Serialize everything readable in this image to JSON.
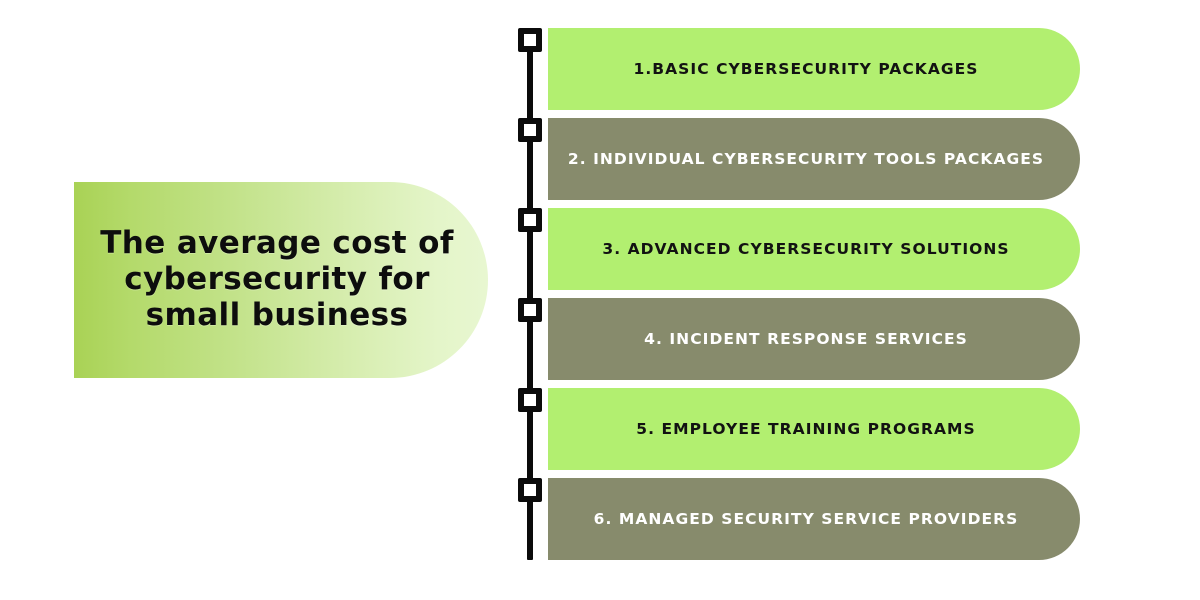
{
  "infographic": {
    "title": "The average cost of\ncybersecurity for\nsmall business",
    "colors": {
      "green": "#b2ef70",
      "olive": "#878b6c",
      "title_gradient_start": "#a9d255",
      "title_gradient_end": "#e8f7d1",
      "timeline": "#0b0b0b",
      "background": "#ffffff"
    },
    "items": [
      {
        "label": "1.BASIC CYBERSECURITY PACKAGES",
        "style": "green"
      },
      {
        "label": "2. INDIVIDUAL CYBERSECURITY TOOLS PACKAGES",
        "style": "olive"
      },
      {
        "label": "3. ADVANCED CYBERSECURITY SOLUTIONS",
        "style": "green"
      },
      {
        "label": "4. INCIDENT RESPONSE SERVICES",
        "style": "olive"
      },
      {
        "label": "5. EMPLOYEE TRAINING PROGRAMS",
        "style": "green"
      },
      {
        "label": "6. MANAGED SECURITY SERVICE PROVIDERS",
        "style": "olive"
      }
    ]
  }
}
